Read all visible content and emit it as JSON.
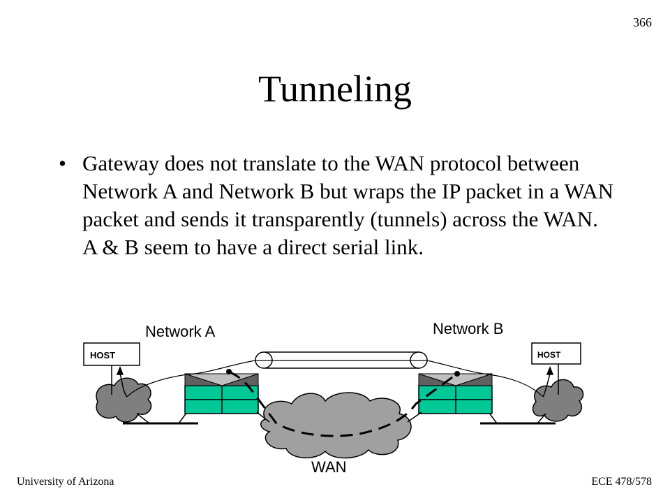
{
  "page_number": "366",
  "title": "Tunneling",
  "bullets": [
    "Gateway does not translate to the WAN protocol between Network A and Network B but wraps the IP packet in a WAN packet and sends it transparently (tunnels) across the WAN. A & B seem to have a direct serial link."
  ],
  "diagram": {
    "network_a_label": "Network A",
    "network_b_label": "Network B",
    "wan_label": "WAN",
    "host_left_label": "HOST",
    "host_right_label": "HOST",
    "colors": {
      "router_fill": "#00c896",
      "cloud_fill": "#7f7f7f",
      "cloud_wan_fill": "#a0a0a0",
      "router_top_dark": "#606060",
      "router_top_light": "#c0c0c0"
    }
  },
  "footer": {
    "left": "University of Arizona",
    "right": "ECE 478/578"
  }
}
